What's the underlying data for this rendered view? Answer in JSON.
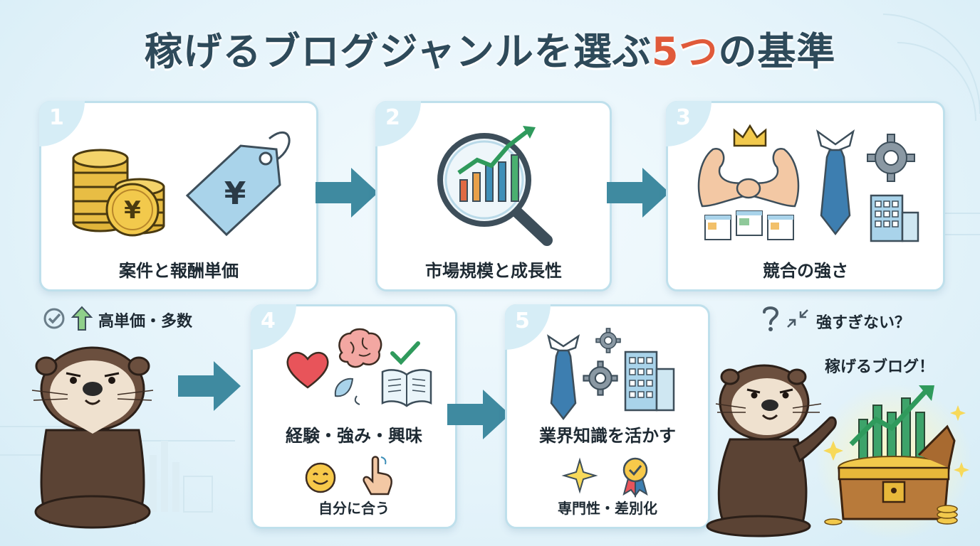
{
  "title": {
    "prefix": "稼げるブログジャンルを選ぶ",
    "accent": "5つ",
    "suffix": "の基準"
  },
  "steps": [
    {
      "number": "1",
      "label": "案件と報酬単価"
    },
    {
      "number": "2",
      "label": "市場規模と成長性"
    },
    {
      "number": "3",
      "label": "競合の強さ"
    },
    {
      "number": "4",
      "label": "経験・強み・興味",
      "sublabel": "自分に合う"
    },
    {
      "number": "5",
      "label": "業界知識を活かす",
      "sublabel": "専門性・差別化"
    }
  ],
  "notes": {
    "price_note": "高単価・多数",
    "competition_note": "強すぎない？",
    "otter_speech": "稼げるブログ！"
  },
  "colors": {
    "title": "#2e4a5a",
    "accent": "#e05a3a",
    "arrow": "#3f8aa0",
    "card_border": "#bfe0ec",
    "number_tab": "#d6edf6"
  },
  "icons": {
    "step1": [
      "coin-stack-icon",
      "yen-coin-icon",
      "yen-price-tag-icon"
    ],
    "step2": [
      "magnifier-icon",
      "growth-chart-icon"
    ],
    "step3": [
      "crown-icon",
      "flexing-arms-icon",
      "web-pages-icon",
      "necktie-icon",
      "gear-icon",
      "office-building-icon"
    ],
    "step4": [
      "heart-icon",
      "brain-icon",
      "checkmark-icon",
      "open-book-icon",
      "smile-face-icon",
      "pointing-hand-icon"
    ],
    "step5": [
      "necktie-icon",
      "gear-icon",
      "office-building-icon",
      "sparkle-icon",
      "award-badge-icon"
    ],
    "notes": [
      "check-circle-icon",
      "up-arrow-icon",
      "question-mark-icon",
      "compress-arrows-icon"
    ],
    "characters": [
      "sea-otter-left",
      "sea-otter-right",
      "treasure-chest-icon"
    ]
  }
}
